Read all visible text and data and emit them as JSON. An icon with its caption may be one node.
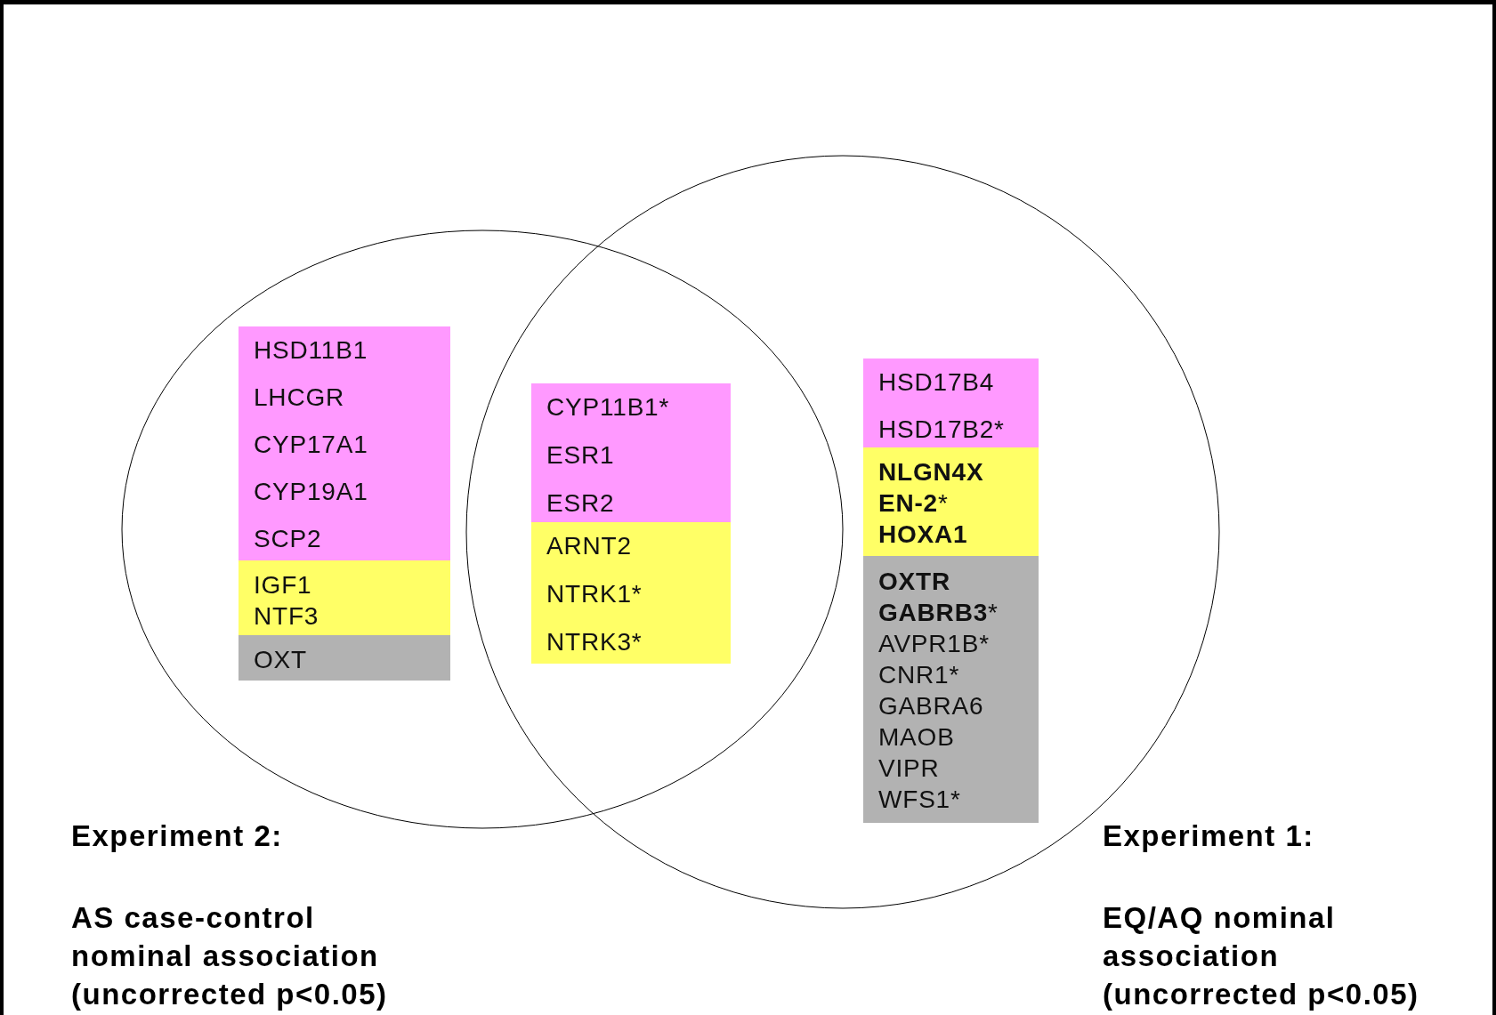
{
  "diagram": {
    "nodes": [
      {
        "text": [],
        "shape": "ellipse"
      },
      {
        "text": [],
        "shape": "circle"
      },
      {
        "text": [
          "HSD11B1",
          "LHCGR",
          "CYP17A1",
          "CYP19A1",
          "SCP2"
        ],
        "in": 0
      },
      {
        "text": [
          "IGF1",
          "NTF3"
        ],
        "in": 0
      },
      {
        "text": [
          "OXT"
        ],
        "in": 0
      },
      {
        "text": [
          "CYP11B1*",
          "ESR1",
          "ESR2"
        ]
      },
      {
        "text": [
          "ARNT2",
          "NTRK1*",
          "NTRK3*"
        ]
      },
      {
        "text": [
          "HSD17B4",
          "HSD17B2*"
        ],
        "in": 1
      },
      {
        "text": [
          "**NLGN4X**",
          "**EN-2***",
          "**HOXA1**"
        ],
        "in": 1
      },
      {
        "text": [
          "**OXTR**",
          "**GABRB3***",
          "AVPR1B*",
          "CNR1*",
          "GABRA6",
          "MAOB",
          "VIPR",
          "WFS1*"
        ],
        "in": 1
      }
    ],
    "labels": [
      "Experiment 2:",
      "AS case-control nominal association (uncorrected p<0.05)",
      "Experiment 1:",
      "EQ/AQ nominal association (uncorrected p<0.05)"
    ]
  }
}
